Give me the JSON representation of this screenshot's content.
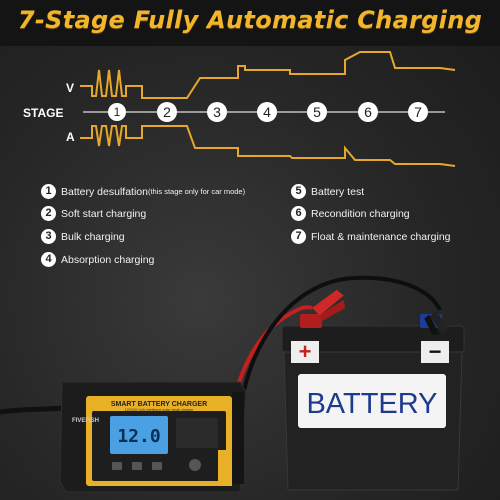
{
  "title": "7-Stage Fully Automatic Charging",
  "diagram": {
    "v_label": "V",
    "a_label": "A",
    "stage_label": "STAGE",
    "stage_numbers": [
      "1",
      "2",
      "3",
      "4",
      "5",
      "6",
      "7"
    ]
  },
  "stages": [
    {
      "num": "1",
      "label": "Battery desulfation",
      "note": "(this stage only for car mode)"
    },
    {
      "num": "2",
      "label": "Soft start charging",
      "note": ""
    },
    {
      "num": "3",
      "label": "Bulk charging",
      "note": ""
    },
    {
      "num": "4",
      "label": "Absorption charging",
      "note": ""
    },
    {
      "num": "5",
      "label": "Battery test",
      "note": ""
    },
    {
      "num": "6",
      "label": "Recondition charging",
      "note": ""
    },
    {
      "num": "7",
      "label": "Float & maintenance charging",
      "note": ""
    }
  ],
  "charger": {
    "title": "SMART BATTERY CHARGER",
    "subtitle": "12V/24V fully intelligent pulse repair charger",
    "brand": "FIVEFISH",
    "display_value": "12.0"
  },
  "battery": {
    "label": "BATTERY",
    "plus": "+",
    "minus": "−"
  },
  "colors": {
    "accent": "#f2b52b",
    "stage_line": "#e6a72a",
    "battery_label": "#1d3a8f",
    "clamp_red": "#d02828",
    "clamp_black": "#222222"
  }
}
